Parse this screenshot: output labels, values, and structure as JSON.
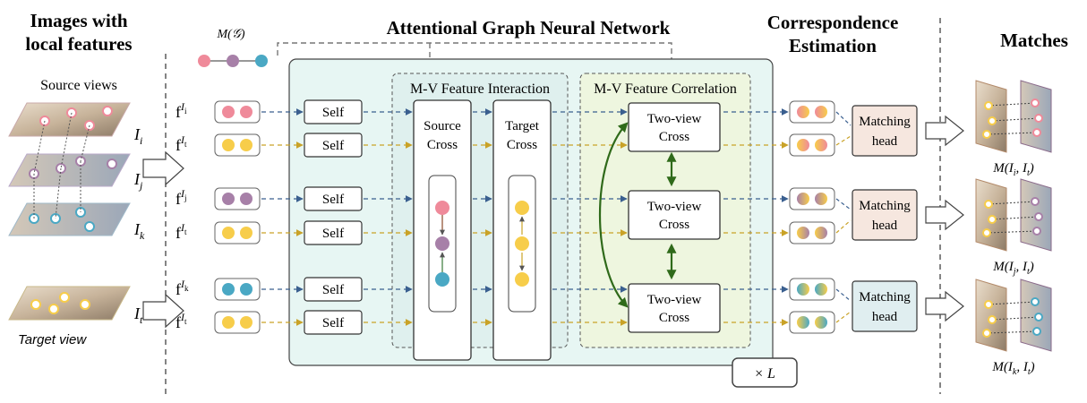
{
  "headers": {
    "images": [
      "Images with",
      "local features"
    ],
    "agnn": "Attentional Graph Neural Network",
    "corr": [
      "Correspondence",
      "Estimation"
    ],
    "matches": "Matches"
  },
  "left": {
    "source_views": "Source views",
    "target_view": "Target view",
    "labels": {
      "i": {
        "base": "I",
        "sub": "i"
      },
      "j": {
        "base": "I",
        "sub": "j"
      },
      "k": {
        "base": "I",
        "sub": "k"
      },
      "t": {
        "base": "I",
        "sub": "t"
      }
    }
  },
  "graph_label": {
    "m": "M",
    "g": "𝒢"
  },
  "feature_prefix": "f",
  "feature_sups": [
    "i",
    "t",
    "j",
    "t",
    "k",
    "t"
  ],
  "feature_exp_base": "I",
  "self_label": "Self",
  "mv_interaction": {
    "title": "M-V Feature Interaction",
    "source_cross": [
      "Source",
      "Cross"
    ],
    "target_cross": [
      "Target",
      "Cross"
    ]
  },
  "mv_correlation": {
    "title": "M-V Feature Correlation",
    "two_view": [
      "Two-view",
      "Cross"
    ]
  },
  "repeat_label": "× L",
  "matching_head": [
    "Matching",
    "head"
  ],
  "match_labels": [
    {
      "a": "i",
      "b": "t"
    },
    {
      "a": "j",
      "b": "t"
    },
    {
      "a": "k",
      "b": "t"
    }
  ],
  "colors": {
    "pink": "#ef8a9a",
    "purple": "#a780a8",
    "blue": "#4aa8c4",
    "yellow": "#f7cd4a",
    "green_arrow": "#2f6a1a",
    "dashed_blue": "#3a5f8f",
    "dashed_yellow": "#c9a227",
    "teal_panel": "#e7f6f3",
    "green_panel": "#eef6df"
  }
}
